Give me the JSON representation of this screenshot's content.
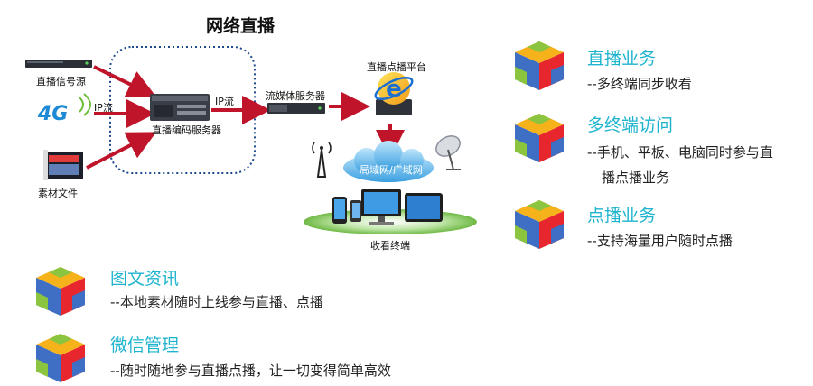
{
  "diagram": {
    "title": "网络直播",
    "sources": {
      "signal": "直播信号源",
      "material": "素材文件"
    },
    "ip_label_left": "IP流",
    "ip_label_right": "IP流",
    "encoder_label": "直播编码服务器",
    "streaming_label": "流媒体服务器",
    "platform_label": "直播点播平台",
    "cloud_label": "局域网/广域网",
    "terminals_label": "收看终端",
    "logo_4g": "4G"
  },
  "features": [
    {
      "title": "直播业务",
      "desc": [
        "--多终端同步收看"
      ]
    },
    {
      "title": "多终端访问",
      "desc": [
        "--手机、平板、电脑同时参与直",
        "播点播业务"
      ]
    },
    {
      "title": "点播业务",
      "desc": [
        "--支持海量用户随时点播"
      ]
    },
    {
      "title": "图文资讯",
      "desc": [
        "--本地素材随时上线参与直播、点播"
      ]
    },
    {
      "title": "微信管理",
      "desc": [
        "--随时随地参与直播点播，让一切变得简单高效"
      ]
    }
  ],
  "colors": {
    "arrow": "#c0142a",
    "accent_text": "#1fb4ce",
    "dotted_box": "#1c4a8c",
    "cube_colors": [
      "#e8262d",
      "#f6b21b",
      "#3f6fc4",
      "#8bc53f"
    ]
  }
}
